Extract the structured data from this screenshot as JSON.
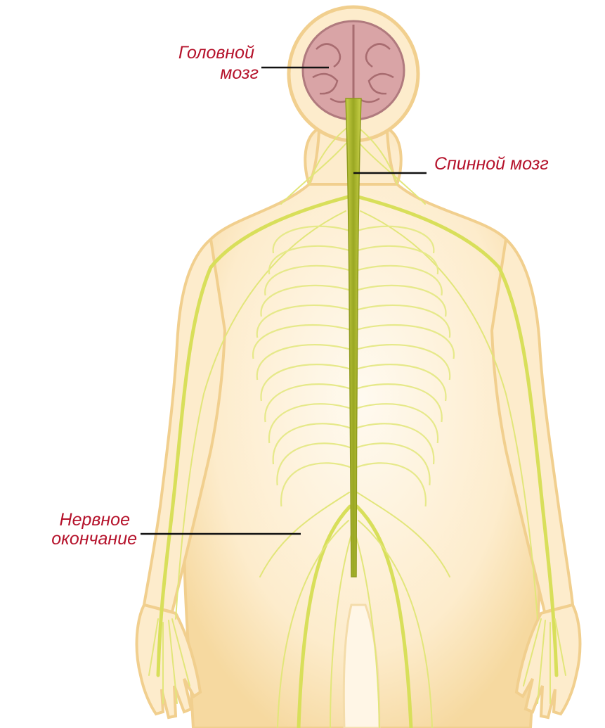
{
  "labels": {
    "brain_line1": "Головной",
    "brain_line2": "мозг",
    "spinal_cord": "Спинной мозг",
    "nerve_ending_line1": "Нервное",
    "nerve_ending_line2": "окончание"
  },
  "colors": {
    "label_text": "#b5122b",
    "body_skin": "#fbe7c2",
    "body_outline": "#f1cf8e",
    "nerve": "#d8df5a",
    "spinal_cord": "#a9b52a",
    "brain": "#d9a4a6",
    "leader_line": "#111111"
  }
}
